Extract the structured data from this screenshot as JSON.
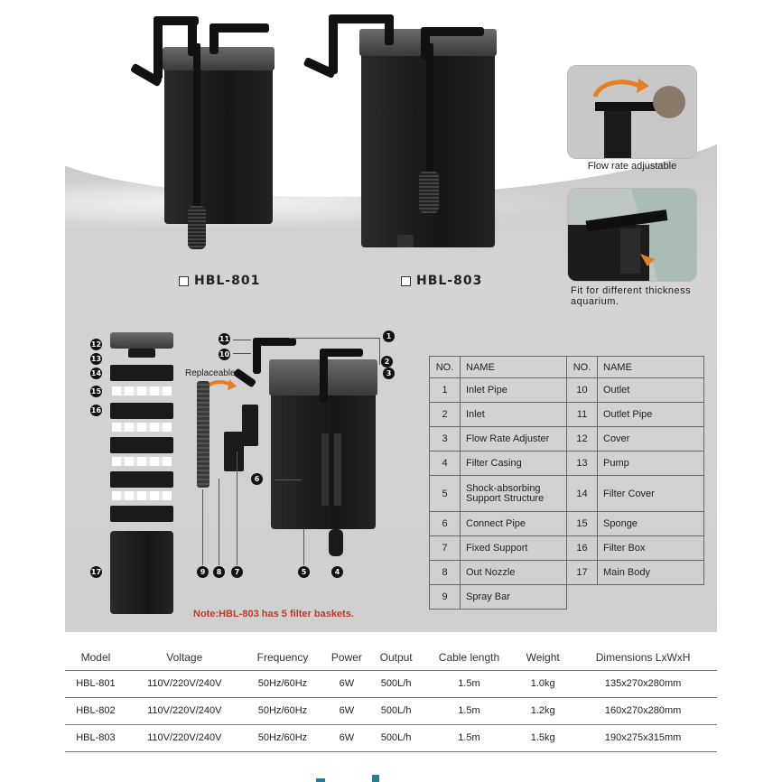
{
  "products": [
    {
      "model": "HBL-801"
    },
    {
      "model": "HBL-803"
    }
  ],
  "insets": [
    {
      "caption": "Flow rate adjustable"
    },
    {
      "caption": "Fit for different thickness aquarium."
    }
  ],
  "diagram": {
    "replaceable_label": "Replaceable",
    "note": "Note:HBL-803 has 5 filter baskets.",
    "callouts": [
      "1",
      "2",
      "3",
      "4",
      "5",
      "6",
      "7",
      "8",
      "9",
      "10",
      "11",
      "12",
      "13",
      "14",
      "15",
      "16",
      "17"
    ]
  },
  "parts_table": {
    "headers": [
      "NO.",
      "NAME",
      "NO.",
      "NAME"
    ],
    "rows": [
      [
        "1",
        "Inlet Pipe",
        "10",
        "Outlet"
      ],
      [
        "2",
        "Inlet",
        "11",
        "Outlet Pipe"
      ],
      [
        "3",
        "Flow Rate Adjuster",
        "12",
        "Cover"
      ],
      [
        "4",
        "Filter Casing",
        "13",
        "Pump"
      ],
      [
        "5",
        "Shock-absorbing Support Structure",
        "14",
        "Filter Cover"
      ],
      [
        "6",
        "Connect Pipe",
        "15",
        "Sponge"
      ],
      [
        "7",
        "Fixed Support",
        "16",
        "Filter Box"
      ],
      [
        "8",
        "Out Nozzle",
        "17",
        "Main Body"
      ],
      [
        "9",
        "Spray Bar",
        "",
        ""
      ]
    ]
  },
  "specs_table": {
    "headers": [
      "Model",
      "Voltage",
      "Frequency",
      "Power",
      "Output",
      "Cable length",
      "Weight",
      "Dimensions LxWxH"
    ],
    "rows": [
      [
        "HBL-801",
        "110V/220V/240V",
        "50Hz/60Hz",
        "6W",
        "500L/h",
        "1.5m",
        "1.0kg",
        "135x270x280mm"
      ],
      [
        "HBL-802",
        "110V/220V/240V",
        "50Hz/60Hz",
        "6W",
        "500L/h",
        "1.5m",
        "1.2kg",
        "160x270x280mm"
      ],
      [
        "HBL-803",
        "110V/220V/240V",
        "50Hz/60Hz",
        "6W",
        "500L/h",
        "1.5m",
        "1.5kg",
        "190x275x315mm"
      ]
    ]
  },
  "colors": {
    "note": "#c0392b",
    "callout": "#111111",
    "accent_arrow": "#e67e22"
  }
}
